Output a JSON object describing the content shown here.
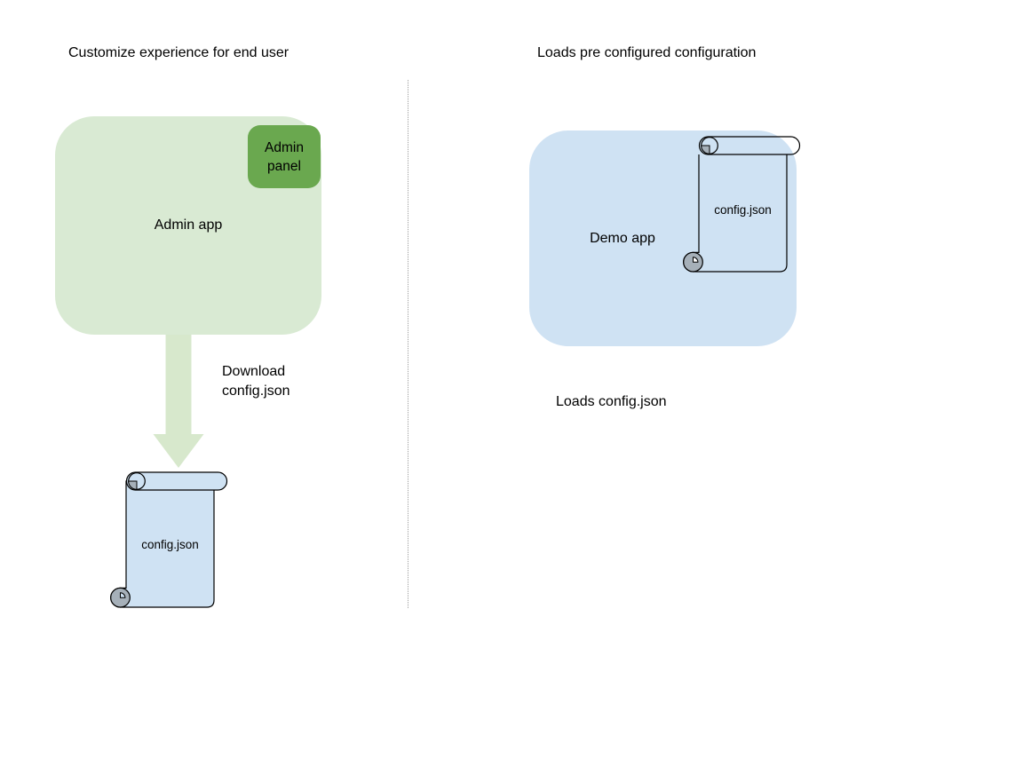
{
  "left": {
    "title": "Customize experience for end user",
    "admin_app": {
      "label": "Admin app",
      "fill": "#d9ead3"
    },
    "admin_panel": {
      "label": "Admin panel",
      "fill": "#6aa84f"
    },
    "download_caption_lines": [
      "Download",
      "config.json"
    ],
    "config_scroll": {
      "label": "config.json",
      "fill": "#cfe2f3"
    }
  },
  "right": {
    "title": "Loads pre configured configuration",
    "demo_app": {
      "label": "Demo app",
      "fill": "#cfe2f3"
    },
    "config_scroll": {
      "label": "config.json",
      "fill": "none"
    },
    "caption": "Loads config.json"
  },
  "divider": {
    "style": "dotted",
    "color": "#9e9e9e"
  },
  "colors": {
    "outline": "#000000",
    "curl_gray": "#a6b0b9",
    "arrow_green": "#d7e8cc",
    "background": "#ffffff"
  }
}
